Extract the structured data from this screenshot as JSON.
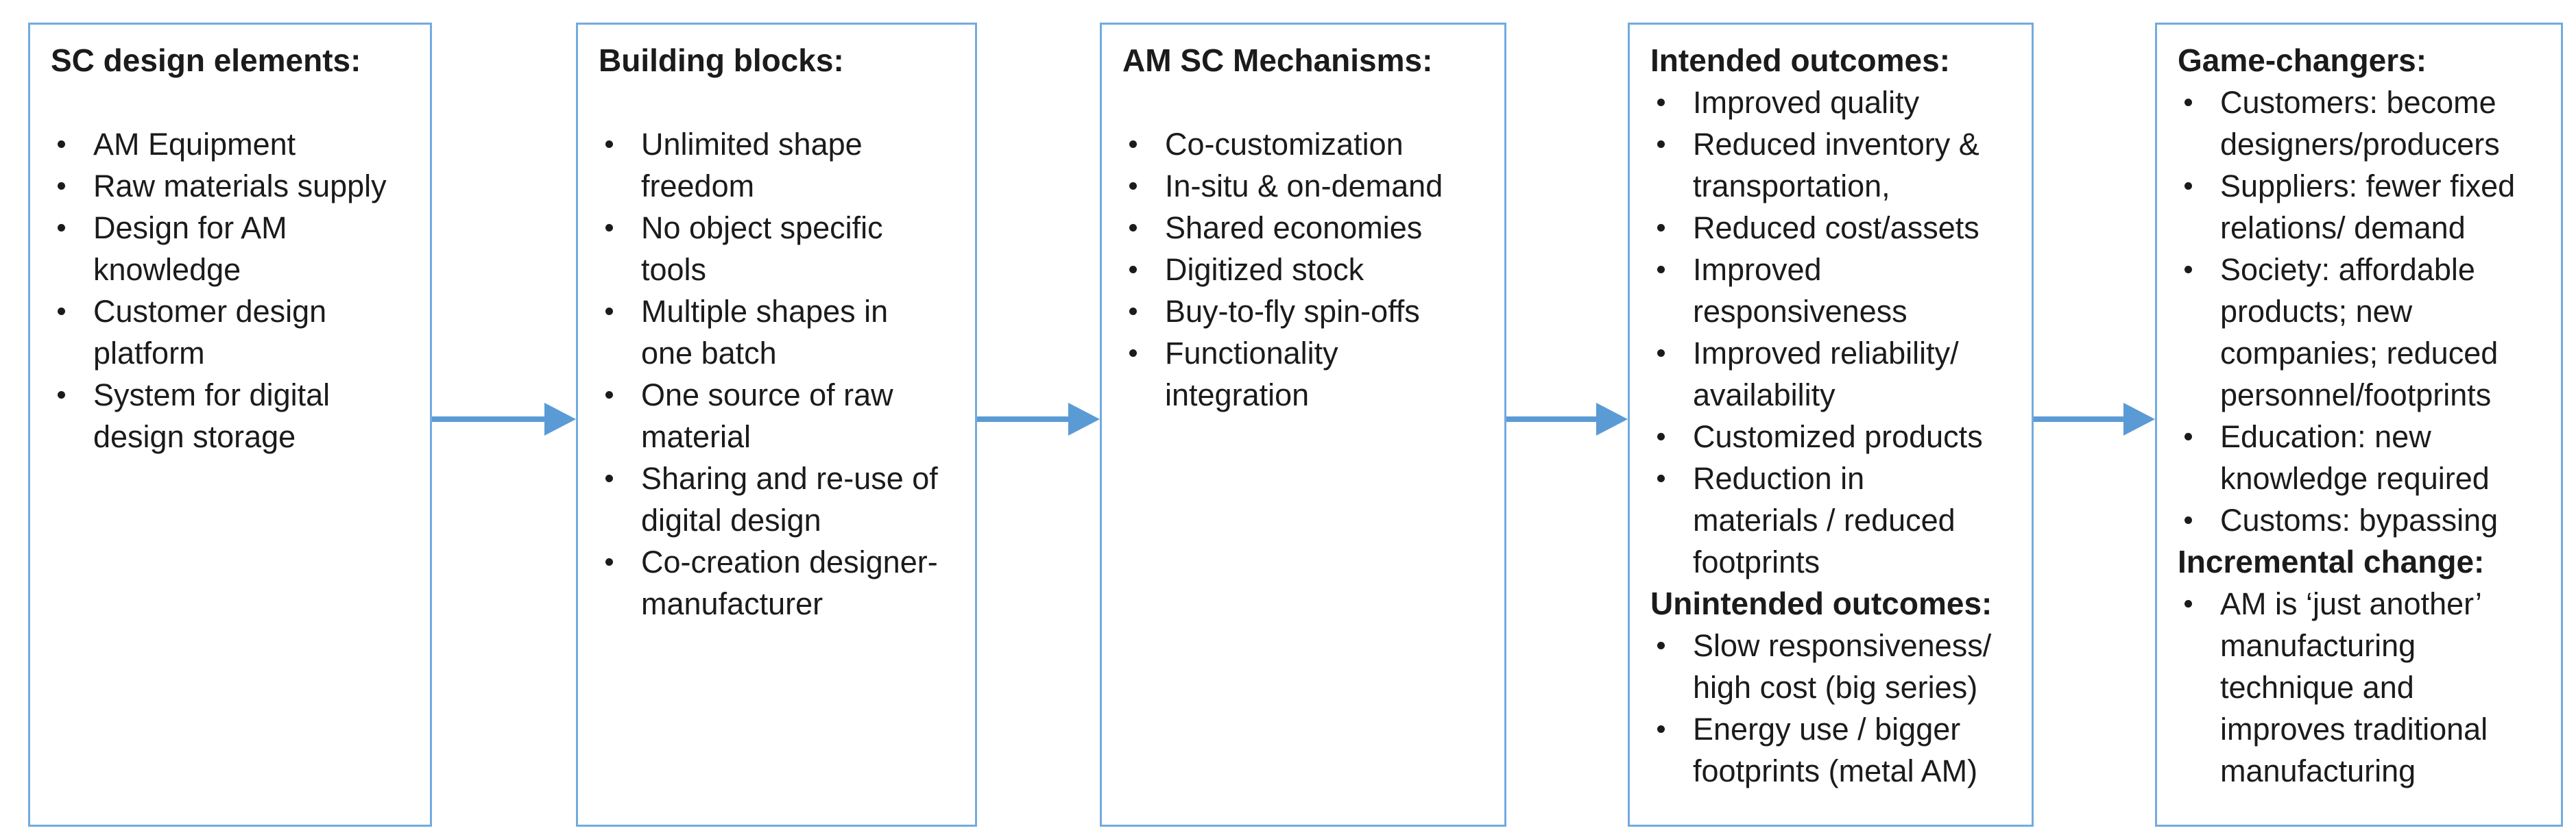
{
  "diagram": {
    "colors": {
      "border": "#72ABE0",
      "arrow": "#5B9BD5",
      "text": "#1b1b1b"
    },
    "boxes": [
      {
        "name": "sc-design-elements",
        "gap_after_title": true,
        "sections": [
          {
            "title": "SC design elements:",
            "items": [
              "AM Equipment",
              "Raw materials supply",
              "Design for AM\nknowledge",
              "Customer design\nplatform",
              "System for digital\ndesign storage"
            ]
          }
        ]
      },
      {
        "name": "building-blocks",
        "gap_after_title": true,
        "sections": [
          {
            "title": "Building blocks:",
            "items": [
              "Unlimited shape\nfreedom",
              "No object specific\ntools",
              "Multiple shapes in\none batch",
              "One source of raw\nmaterial",
              "Sharing and re-use of\ndigital design",
              "Co-creation designer-\nmanufacturer"
            ]
          }
        ]
      },
      {
        "name": "am-sc-mechanisms",
        "gap_after_title": true,
        "sections": [
          {
            "title": "AM SC Mechanisms:",
            "items": [
              "Co-customization",
              "In-situ & on-demand",
              "Shared economies",
              "Digitized stock",
              "Buy-to-fly spin-offs",
              "Functionality\nintegration"
            ]
          }
        ]
      },
      {
        "name": "outcomes",
        "gap_after_title": false,
        "sections": [
          {
            "title": "Intended outcomes:",
            "items": [
              "Improved quality",
              "Reduced inventory &\ntransportation,",
              "Reduced cost/assets",
              "Improved\nresponsiveness",
              "Improved reliability/\navailability",
              "Customized products",
              "Reduction in\nmaterials / reduced\nfootprints"
            ]
          },
          {
            "title": "Unintended outcomes:",
            "items": [
              "Slow responsiveness/\nhigh cost (big series)",
              "Energy use / bigger\nfootprints (metal AM)"
            ]
          }
        ]
      },
      {
        "name": "game-changers",
        "gap_after_title": false,
        "sections": [
          {
            "title": "Game-changers:",
            "items": [
              "Customers: become\ndesigners/producers",
              "Suppliers: fewer fixed\nrelations/ demand",
              "Society: affordable\nproducts; new\ncompanies; reduced\npersonnel/footprints",
              "Education: new\nknowledge required",
              "Customs: bypassing"
            ]
          },
          {
            "title": "Incremental change:",
            "items": [
              "AM is ‘just another’\nmanufacturing\ntechnique and\nimproves traditional\nmanufacturing"
            ]
          }
        ]
      }
    ]
  }
}
